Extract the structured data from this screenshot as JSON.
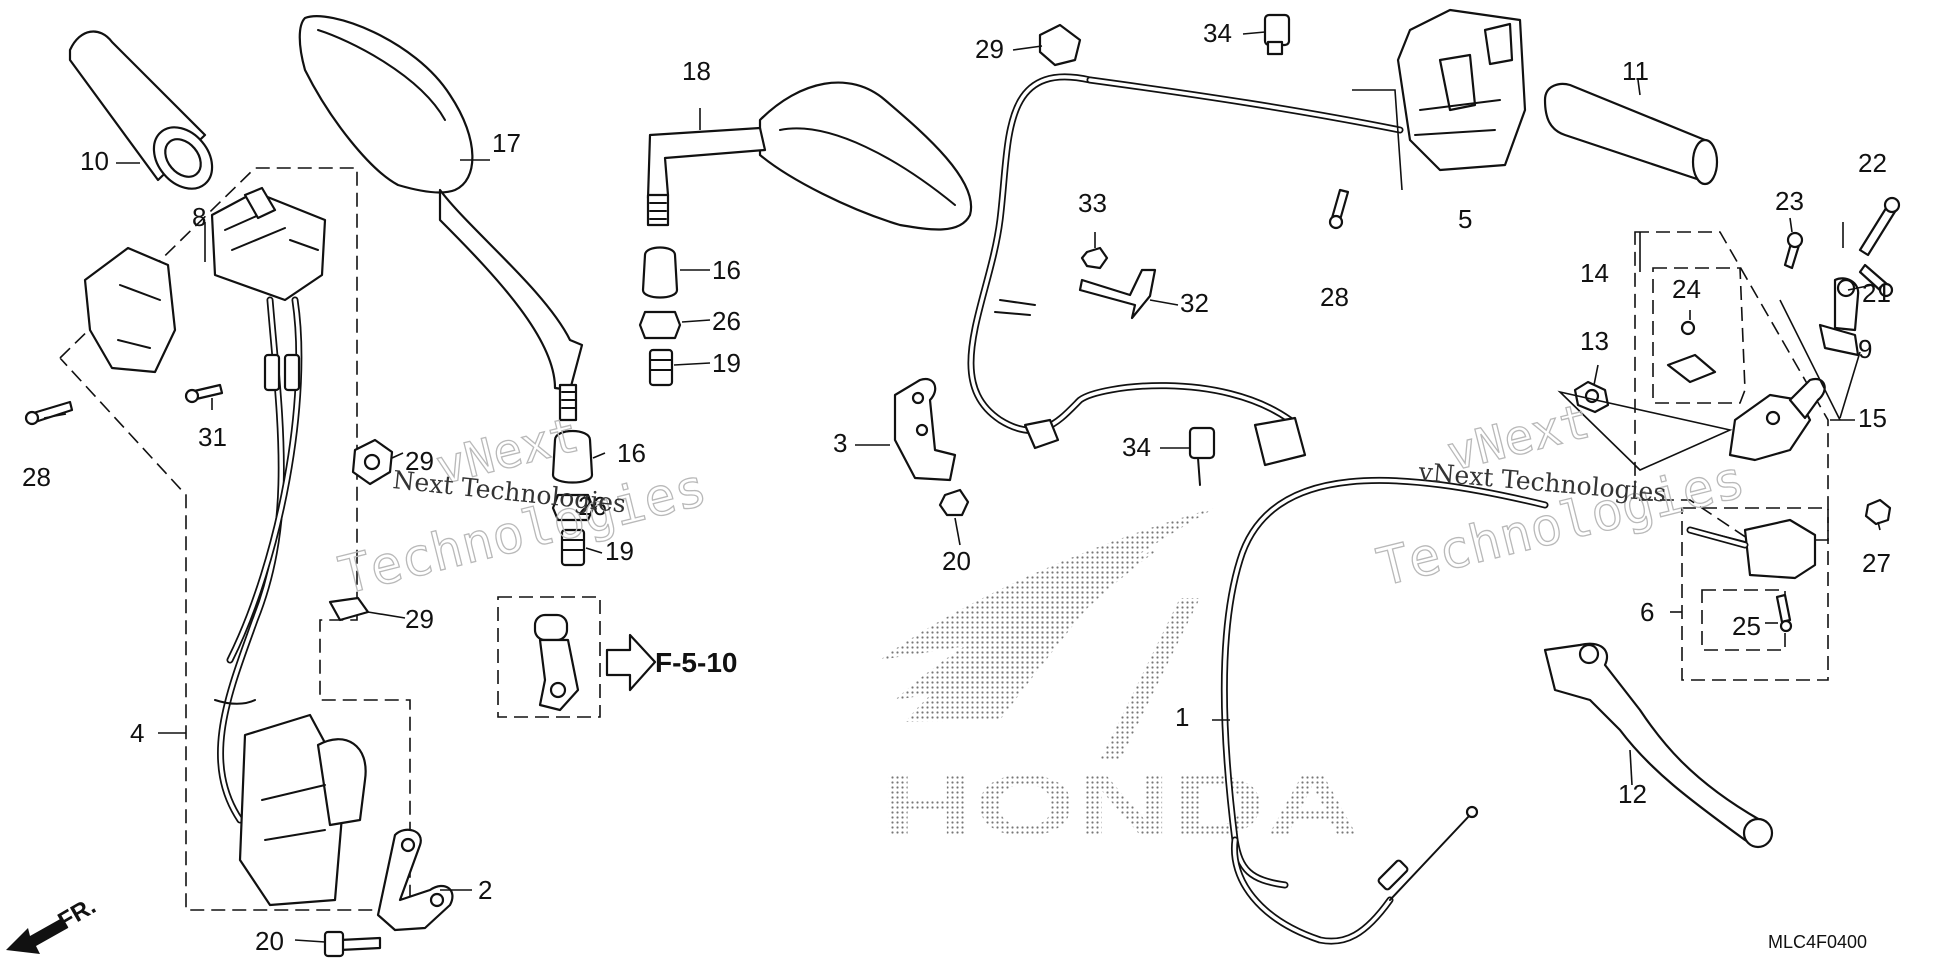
{
  "part_numbers": [
    "1",
    "2",
    "3",
    "4",
    "5",
    "6",
    "8",
    "9",
    "10",
    "11",
    "12",
    "13",
    "14",
    "15",
    "16",
    "17",
    "18",
    "19",
    "20",
    "21",
    "22",
    "23",
    "24",
    "25",
    "26",
    "27",
    "28",
    "29",
    "31",
    "32",
    "33",
    "34"
  ],
  "callouts": {
    "c1": "1",
    "c2": "2",
    "c3": "3",
    "c4": "4",
    "c5": "5",
    "c6": "6",
    "c8": "8",
    "c9": "9",
    "c10": "10",
    "c11": "11",
    "c12": "12",
    "c13": "13",
    "c14": "14",
    "c15": "15",
    "c16a": "16",
    "c16b": "16",
    "c17": "17",
    "c18": "18",
    "c19a": "19",
    "c19b": "19",
    "c20a": "20",
    "c20b": "20",
    "c21": "21",
    "c22": "22",
    "c23": "23",
    "c24": "24",
    "c25": "25",
    "c26a": "26",
    "c26b": "26",
    "c27": "27",
    "c28a": "28",
    "c28b": "28",
    "c29a": "29",
    "c29b": "29",
    "c29c": "29",
    "c31": "31",
    "c32": "32",
    "c33": "33",
    "c34a": "34",
    "c34b": "34"
  },
  "reference": "F-5-10",
  "front_label": "FR.",
  "diagram_code": "MLC4F0400",
  "logo_text": "HONDA",
  "watermarks": {
    "left_top": "vNext",
    "left_bottom": "Technologies",
    "left_mid": "Next Technologies",
    "right_top": "vNext",
    "right_bottom": "Technologies",
    "right_mid": "vNext Technologies"
  }
}
